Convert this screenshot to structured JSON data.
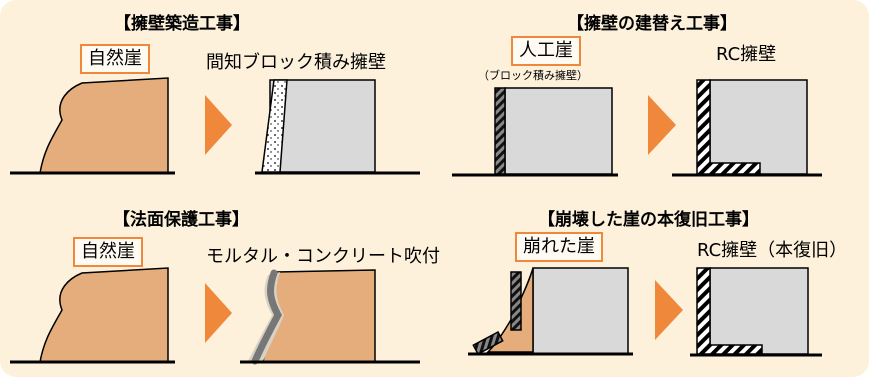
{
  "sections": {
    "retaining_wall": {
      "title": "【擁壁築造工事】",
      "before_label": "自然崖",
      "after_label": "間知ブロック積み擁壁"
    },
    "replacement": {
      "title": "【擁壁の建替え工事】",
      "before_label": "人工崖",
      "before_sublabel": "（ブロック積み擁壁）",
      "after_label": "RC擁壁"
    },
    "slope_protection": {
      "title": "【法面保護工事】",
      "before_label": "自然崖",
      "after_label": "モルタル・コンクリート吹付"
    },
    "restoration": {
      "title": "【崩壊した崖の本復旧工事】",
      "before_label": "崩れた崖",
      "after_label": "RC擁壁（本復旧）"
    }
  },
  "colors": {
    "background": "#fdf1dc",
    "soil": "#e6ad7c",
    "wall": "#d9d9d9",
    "arrow": "#f0883c",
    "label_border": "#f0883c"
  }
}
